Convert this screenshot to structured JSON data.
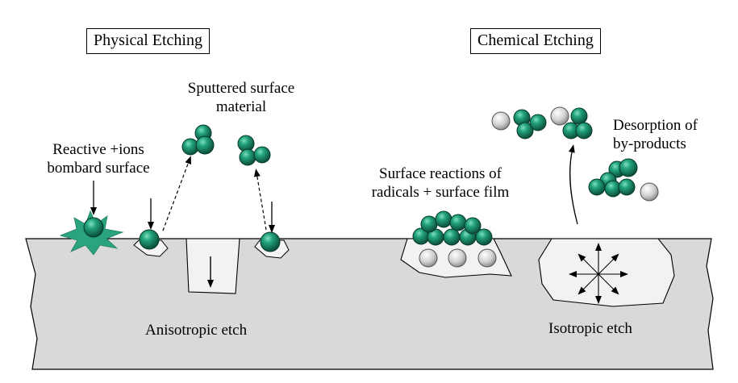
{
  "titles": {
    "physical": "Physical Etching",
    "chemical": "Chemical Etching"
  },
  "labels": {
    "sputtered_line1": "Sputtered surface",
    "sputtered_line2": "material",
    "reactive_line1": "Reactive +ions",
    "reactive_line2": "bombard surface",
    "anisotropic": "Anisotropic etch",
    "surface_reactions_line1": "Surface reactions of",
    "surface_reactions_line2": "radicals + surface film",
    "desorption_line1": "Desorption of",
    "desorption_line2": "by-products",
    "isotropic": "Isotropic etch"
  },
  "colors": {
    "substrate": "#d9d9d9",
    "pit": "#f2f2f2",
    "particle": "#1a8a6a",
    "particle_dark": "#0c4d3a",
    "radical": "#c8c8c8",
    "starburst": "#2aa37f"
  }
}
